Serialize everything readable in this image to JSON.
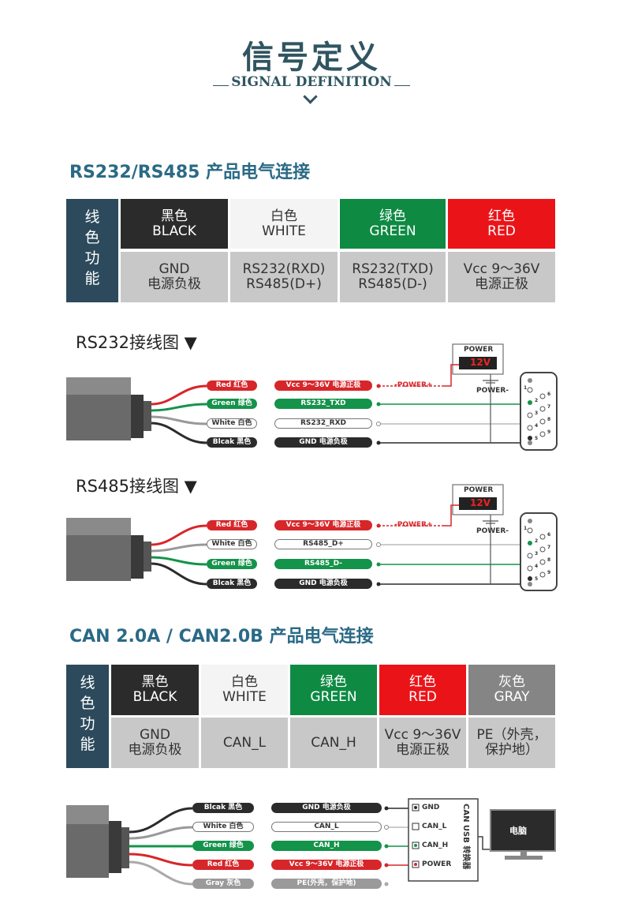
{
  "header": {
    "title_cn": "信号定义",
    "title_en": "SIGNAL DEFINITION"
  },
  "rs_section": {
    "title": "RS232/RS485 产品电气连接",
    "table": {
      "header_label": [
        "线",
        "色",
        "功",
        "能"
      ],
      "colors": [
        {
          "cn": "黑色",
          "en": "BLACK"
        },
        {
          "cn": "白色",
          "en": "WHITE"
        },
        {
          "cn": "绿色",
          "en": "GREEN"
        },
        {
          "cn": "红色",
          "en": "RED"
        }
      ],
      "functions": [
        {
          "l1": "GND",
          "l2": "电源负极"
        },
        {
          "l1": "RS232(RXD)",
          "l2": "RS485(D+)"
        },
        {
          "l1": "RS232(TXD)",
          "l2": "RS485(D-)"
        },
        {
          "l1": "Vcc 9～36V",
          "l2": "电源正极"
        }
      ]
    }
  },
  "rs232_diagram": {
    "title": "RS232接线图 ▼",
    "power_label": "POWER",
    "power_value": "12V",
    "power_plus": "-POWER+",
    "power_minus": "POWER-",
    "wires": [
      {
        "name": "Red 红色",
        "func": "Vcc 9～36V 电源正极",
        "color": "red"
      },
      {
        "name": "Green 绿色",
        "func": "RS232_TXD",
        "color": "green"
      },
      {
        "name": "White 白色",
        "func": "RS232_RXD",
        "color": "white"
      },
      {
        "name": "Blcak 黑色",
        "func": "GND 电源负极",
        "color": "black"
      }
    ],
    "db9_pins": [
      "1",
      "2",
      "3",
      "4",
      "5",
      "6",
      "7",
      "8",
      "9"
    ]
  },
  "rs485_diagram": {
    "title": "RS485接线图 ▼",
    "power_label": "POWER",
    "power_value": "12V",
    "power_plus": "-POWER+",
    "power_minus": "POWER-",
    "wires": [
      {
        "name": "Red 红色",
        "func": "Vcc 9～36V 电源正极",
        "color": "red"
      },
      {
        "name": "White 白色",
        "func": "RS485_D+",
        "color": "white"
      },
      {
        "name": "Green 绿色",
        "func": "RS485_D-",
        "color": "green"
      },
      {
        "name": "Blcak 黑色",
        "func": "GND 电源负极",
        "color": "black"
      }
    ],
    "db9_pins": [
      "1",
      "2",
      "3",
      "4",
      "5",
      "6",
      "7",
      "8",
      "9"
    ]
  },
  "can_section": {
    "title": "CAN 2.0A / CAN2.0B 产品电气连接",
    "table": {
      "header_label": [
        "线",
        "色",
        "功",
        "能"
      ],
      "colors": [
        {
          "cn": "黑色",
          "en": "BLACK"
        },
        {
          "cn": "白色",
          "en": "WHITE"
        },
        {
          "cn": "绿色",
          "en": "GREEN"
        },
        {
          "cn": "红色",
          "en": "RED"
        },
        {
          "cn": "灰色",
          "en": "GRAY"
        }
      ],
      "functions": [
        {
          "l1": "GND",
          "l2": "电源负极"
        },
        {
          "l1": "CAN_L",
          "l2": ""
        },
        {
          "l1": "CAN_H",
          "l2": ""
        },
        {
          "l1": "Vcc 9～36V",
          "l2": "电源正极"
        },
        {
          "l1": "PE（外壳，",
          "l2": "保护地）"
        }
      ]
    }
  },
  "can_diagram": {
    "wires": [
      {
        "name": "Blcak 黑色",
        "func": "GND 电源负极",
        "color": "black"
      },
      {
        "name": "White 白色",
        "func": "CAN_L",
        "color": "white"
      },
      {
        "name": "Green 绿色",
        "func": "CAN_H",
        "color": "green"
      },
      {
        "name": "Red 红色",
        "func": "Vcc 9～36V 电源正极",
        "color": "red"
      },
      {
        "name": "Gray 灰色",
        "func": "PE(外壳，保护地)",
        "color": "gray"
      }
    ],
    "converter_pins": [
      "GND",
      "CAN_L",
      "CAN_H",
      "POWER"
    ],
    "converter_label": "CAN USB 转换器",
    "computer_label": "电脑"
  },
  "colors": {
    "accent": "#2a6a86",
    "header_bg": "#2c4a5c",
    "red": "#ea1418",
    "green": "#0e8a43",
    "black": "#2b2b2b",
    "gray": "#858585"
  }
}
